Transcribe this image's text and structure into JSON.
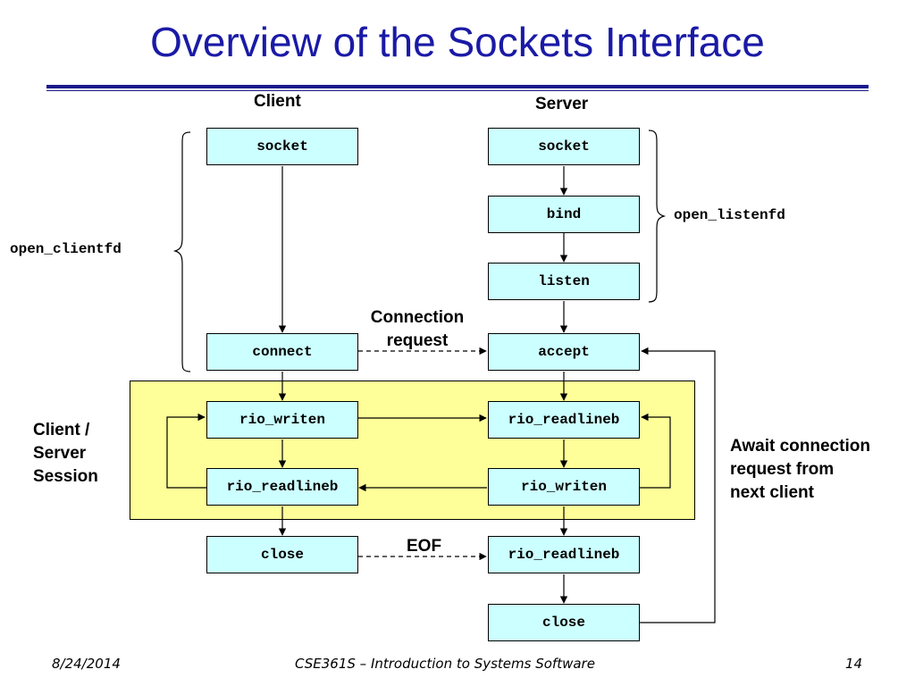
{
  "title": "Overview of the Sockets Interface",
  "columns": {
    "client": "Client",
    "server": "Server"
  },
  "client_boxes": {
    "socket": "socket",
    "connect": "connect",
    "rio_writen": "rio_writen",
    "rio_readlineb": "rio_readlineb",
    "close": "close"
  },
  "server_boxes": {
    "socket": "socket",
    "bind": "bind",
    "listen": "listen",
    "accept": "accept",
    "rio_readlineb": "rio_readlineb",
    "rio_writen": "rio_writen",
    "rio_readlineb_eof": "rio_readlineb",
    "close": "close"
  },
  "labels": {
    "open_clientfd": "open_clientfd",
    "open_listenfd": "open_listenfd",
    "connection_request": "Connection\nrequest",
    "session": "Client /\nServer\nSession",
    "eof": "EOF",
    "await": "Await connection\nrequest from\nnext client"
  },
  "colors": {
    "title": "#1a1aa6",
    "box_fill": "#ccffff",
    "session_fill": "#ffff99",
    "rule": "#1a1a8c"
  },
  "footer": {
    "date": "8/24/2014",
    "course": "CSE361S – Introduction to Systems Software",
    "page": "14"
  }
}
